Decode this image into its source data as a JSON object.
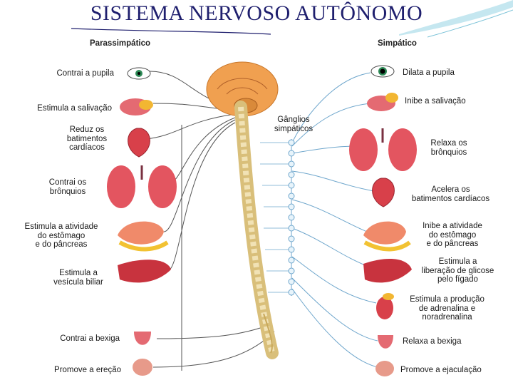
{
  "slide": {
    "title": "SISTEMA NERVOSO AUTÔNOMO"
  },
  "headers": {
    "left": "Parassimpático",
    "right": "Simpático"
  },
  "center_label": "Gânglios\nsimpáticos",
  "left_labels": [
    "Contrai a pupila",
    "Estimula a salivação",
    "Reduz os\nbatimentos\ncardíacos",
    "Contrai os\nbrônquios",
    "Estimula a atividade\ndo estômago\ne do pâncreas",
    "Estimula a\nvesícula biliar",
    "Contrai a bexiga",
    "Promove a ereção"
  ],
  "right_labels": [
    "Dilata a pupila",
    "Inibe a salivação",
    "Relaxa os\nbrônquios",
    "Acelera os\nbatimentos cardíacos",
    "Inibe a atividade\ndo estômago\ne do pâncreas",
    "Estimula a\nliberação de glicose\npelo fígado",
    "Estimula a produção\nde adrenalina e\nnoradrenalina",
    "Relaxa a bexiga",
    "Promove a ejaculação"
  ],
  "colors": {
    "title": "#1f1f6e",
    "parasympathetic_nerve": "#555555",
    "sympathetic_nerve": "#6ea6cc",
    "brain": "#f0a050",
    "spine": "#e9d49a",
    "organ_red": "#d8404a",
    "lung": "#e35560"
  }
}
